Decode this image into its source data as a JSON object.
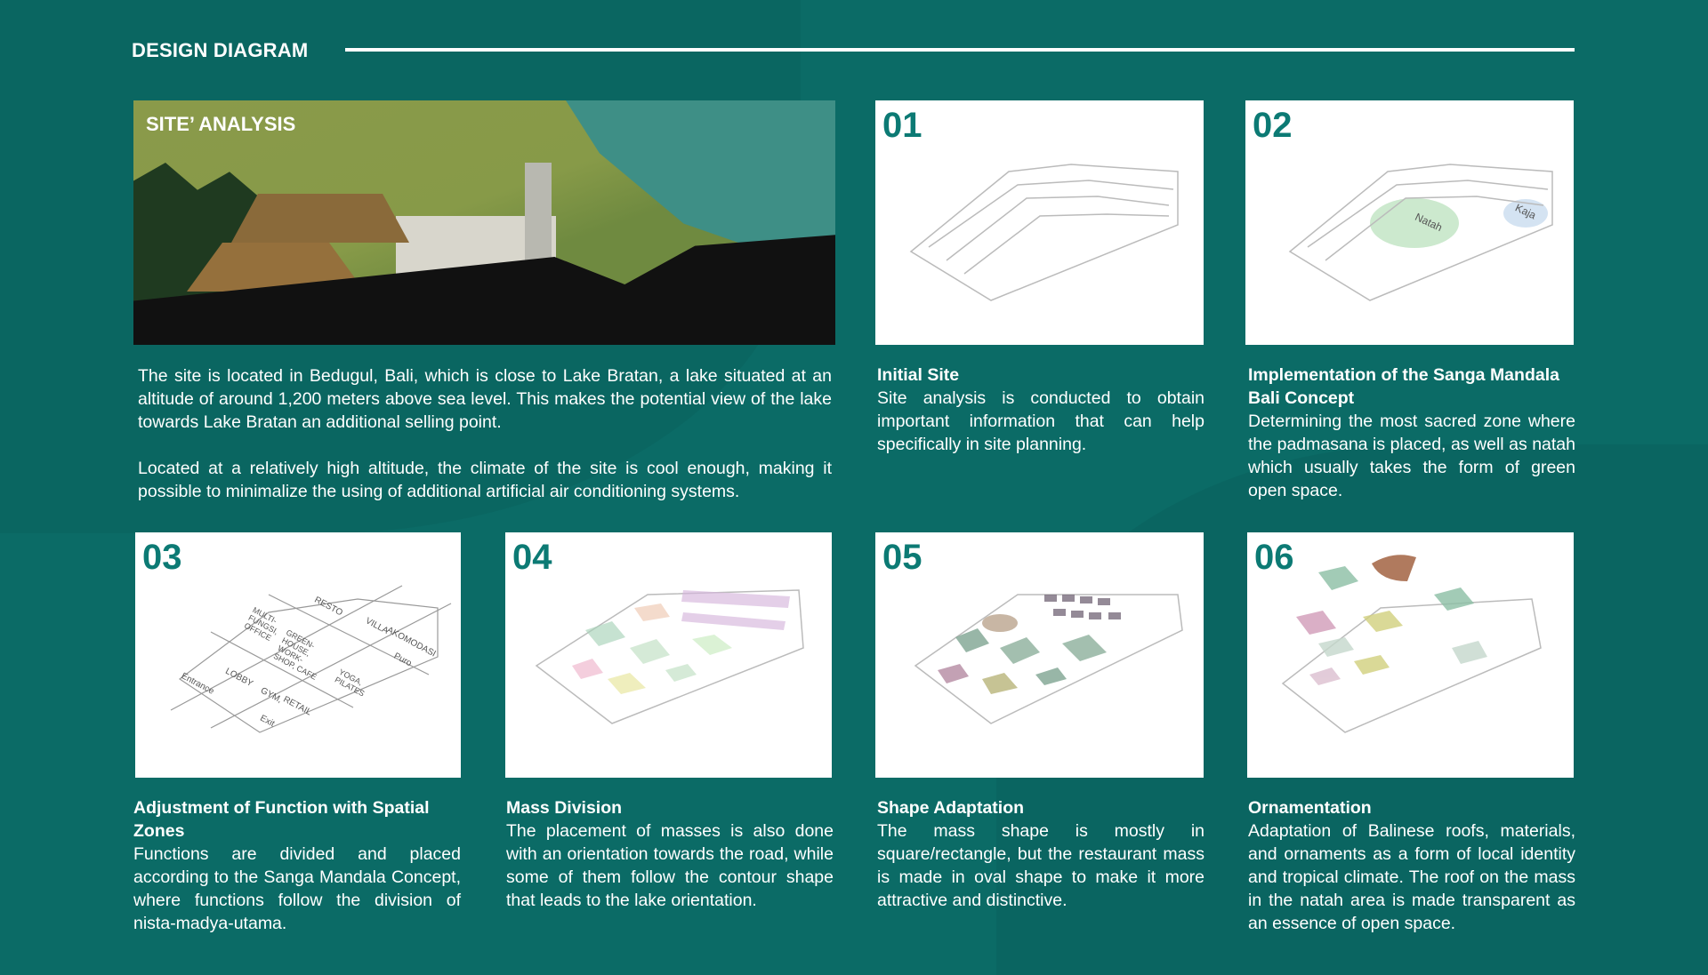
{
  "header": {
    "title": "DESIGN DIAGRAM"
  },
  "site": {
    "title": "SITE’ ANALYSIS",
    "paragraphs": [
      "The site is located in Bedugul, Bali, which is close to Lake Bratan, a lake situated at an altitude of around 1,200 meters above sea level. This makes the potential view of the lake towards Lake Bratan an additional selling point.",
      "Located at a relatively high altitude, the climate of the site is cool enough, making it possible to minimalize the using of additional artificial air conditioning systems."
    ]
  },
  "steps": [
    {
      "num": "01",
      "title": "Initial Site",
      "body": "Site analysis is conducted to obtain important information that can help specifically in site planning."
    },
    {
      "num": "02",
      "title": "Implementation of the Sanga Mandala Bali Concept",
      "body": "Determining the most sacred zone where the padmasana is placed, as well as natah which usually takes the form of green open space.",
      "labels": [
        "Natah",
        "Kaja"
      ]
    },
    {
      "num": "03",
      "title": "Adjustment of Function with Spatial Zones",
      "body": "Functions are divided and placed according to the Sanga Mandala Concept, where functions follow the division of nista-madya-utama.",
      "labels": [
        "RESTO",
        "VILLA",
        "AKOMODASI",
        "MULTI-FUNGSI, OFFICE",
        "GREEN-HOUSE, WORK-SHOP, CAFE",
        "Puro",
        "LOBBY",
        "Entrance",
        "GYM,",
        "RETAIL",
        "YOGA, PILATES",
        "Exit"
      ]
    },
    {
      "num": "04",
      "title": "Mass Division",
      "body": "The placement of masses is also done with an orientation towards the road, while some of them follow the contour shape that leads to the lake orientation."
    },
    {
      "num": "05",
      "title": "Shape Adaptation",
      "body": "The mass shape is mostly in square/rectangle, but the restaurant mass is made in oval shape to make it more attractive and distinctive."
    },
    {
      "num": "06",
      "title": "Ornamentation",
      "body": "Adaptation of Balinese roofs, materials, and ornaments as a form of local identity and tropical climate. The roof on the mass in the natah area is made transparent as an essence of open space."
    }
  ]
}
